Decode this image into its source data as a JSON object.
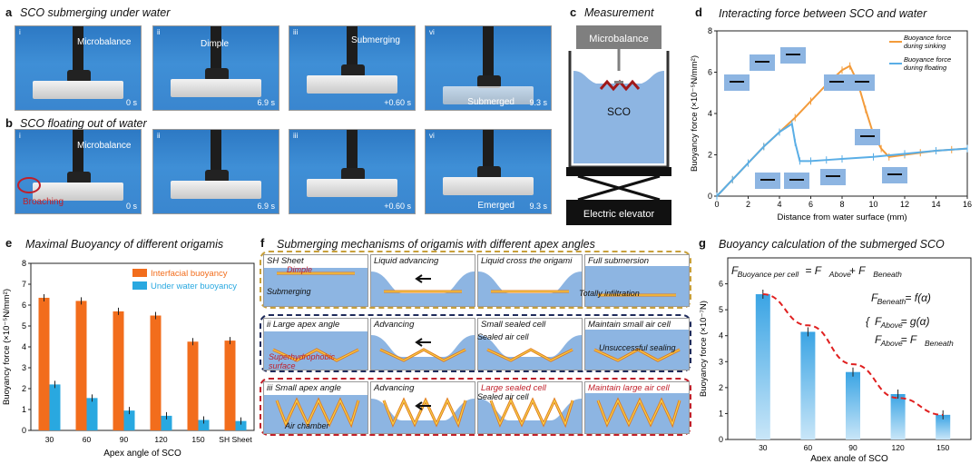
{
  "panels": {
    "a": {
      "label": "a",
      "title": "SCO submerging under water"
    },
    "b": {
      "label": "b",
      "title": "SCO floating out of water"
    },
    "c": {
      "label": "c",
      "title": "Measurement"
    },
    "d": {
      "label": "d",
      "title": "Interacting force between SCO and water"
    },
    "e": {
      "label": "e",
      "title": "Maximal Buoyancy of different origamis"
    },
    "f": {
      "label": "f",
      "title": "Submerging mechanisms of origamis with different apex angles"
    },
    "g": {
      "label": "g",
      "title": "Buoyancy calculation of the submerged SCO"
    }
  },
  "photos_a": [
    {
      "idx": "i",
      "time": "0 s",
      "note": "Microbalance"
    },
    {
      "idx": "ii",
      "time": "6.9 s",
      "note": "Dimple"
    },
    {
      "idx": "iii",
      "time": "+0.60 s",
      "note": "Submerging"
    },
    {
      "idx": "vi",
      "time": "9.3 s",
      "note": "Submerged"
    }
  ],
  "photos_b": [
    {
      "idx": "i",
      "time": "0 s",
      "note": "Microbalance",
      "note2": "Broaching"
    },
    {
      "idx": "ii",
      "time": "6.9 s"
    },
    {
      "idx": "iii",
      "time": "+0.60 s"
    },
    {
      "idx": "vi",
      "time": "9.3 s",
      "note": "Emerged"
    }
  ],
  "measurement": {
    "top": "Microbalance",
    "sample": "SCO",
    "bottom": "Electric elevator"
  },
  "colors": {
    "orange": "#f39b3a",
    "blue": "#5aaee6",
    "bar_orange": "#f26d1c",
    "bar_blue": "#29a8e0",
    "water": "#8db5e2",
    "red_dash": "#e02020"
  },
  "chart_data": [
    {
      "id": "d",
      "type": "line",
      "title": "Interacting force between SCO and water",
      "xlabel": "Distance from water surface (mm)",
      "ylabel": "Buoyancy force (×10⁻⁵N/mm²)",
      "xlim": [
        0,
        16
      ],
      "ylim": [
        0,
        8
      ],
      "xticks": [
        "0",
        "2",
        "4",
        "6",
        "8",
        "10",
        "12",
        "14",
        "16"
      ],
      "yticks": [
        "0",
        "2",
        "4",
        "6",
        "8"
      ],
      "series": [
        {
          "name": "Buoyance force during sinking",
          "x": [
            0,
            1,
            2,
            3,
            4,
            5,
            6,
            7,
            8,
            8.5,
            9,
            9.5,
            10,
            10.5,
            11,
            12,
            13,
            14,
            15,
            16
          ],
          "y": [
            0,
            0.8,
            1.6,
            2.4,
            3.1,
            3.8,
            4.6,
            5.4,
            6.1,
            6.3,
            5.5,
            4.2,
            3.0,
            2.3,
            1.9,
            2.0,
            2.1,
            2.2,
            2.25,
            2.3
          ]
        },
        {
          "name": "Buoyance force during floating",
          "x": [
            0,
            1,
            2,
            3,
            4,
            4.8,
            5,
            5.3,
            6,
            7,
            8,
            10,
            12,
            14,
            16
          ],
          "y": [
            0,
            0.8,
            1.6,
            2.4,
            3.1,
            3.5,
            2.6,
            1.7,
            1.7,
            1.75,
            1.8,
            1.9,
            2.05,
            2.2,
            2.3
          ]
        }
      ],
      "legend": "top-right"
    },
    {
      "id": "e",
      "type": "bar",
      "title": "Maximal Buoyancy of different origamis",
      "xlabel": "Apex angle of SCO",
      "ylabel": "Buoyancy force (×10⁻⁵N/mm²)",
      "categories": [
        "30",
        "60",
        "90",
        "120",
        "150",
        "SH Sheet"
      ],
      "ylim": [
        0,
        8
      ],
      "yticks": [
        "0",
        "1",
        "2",
        "3",
        "4",
        "5",
        "6",
        "7",
        "8"
      ],
      "series": [
        {
          "name": "Interfacial buoyancy",
          "values": [
            6.35,
            6.2,
            5.7,
            5.5,
            4.25,
            4.3
          ]
        },
        {
          "name": "Under water buoyancy",
          "values": [
            2.2,
            1.55,
            0.95,
            0.7,
            0.5,
            0.45
          ]
        }
      ],
      "legend": "top-right"
    },
    {
      "id": "g",
      "type": "bar",
      "title": "Buoyancy calculation of the submerged SCO",
      "xlabel": "Apex angle of SCO",
      "ylabel": "Buoyancy force (×10⁻⁷N)",
      "categories": [
        "30",
        "60",
        "90",
        "120",
        "150"
      ],
      "ylim": [
        0,
        7
      ],
      "yticks": [
        "0",
        "1",
        "2",
        "3",
        "4",
        "5",
        "6"
      ],
      "values": [
        5.6,
        4.15,
        2.6,
        1.75,
        0.95
      ],
      "fit": [
        5.6,
        4.4,
        2.9,
        1.6,
        0.95
      ]
    }
  ],
  "equations": {
    "line1_lhs": "F",
    "line1_sub": "Buoyance per cell",
    "line1_rhs": "= F",
    "line1_sub2": "Above",
    "line1_plus": "+ F",
    "line1_sub3": "Beneath",
    "beneath": "F",
    "beneath_sub": "Beneath",
    "beneath_rhs": "= f(α)",
    "above1_sub": "Above",
    "above1_rhs": "= g(α)",
    "above2_rhs": "= F",
    "above2_sub": "Beneath"
  },
  "mechanisms": {
    "rows": [
      {
        "cells": [
          "SH Sheet",
          "Liquid advancing",
          "Liquid cross the origami",
          "Full submersion"
        ],
        "subs": [
          "Dimple",
          "Submerging",
          "Totally infiltration"
        ]
      },
      {
        "cells": [
          "ii Large apex angle",
          "Advancing",
          "Small sealed cell",
          "Maintain small air cell"
        ],
        "subs": [
          "Superhydrophobic surface",
          "Sealed air cell",
          "Unsuccessful sealing"
        ]
      },
      {
        "cells": [
          "iii Small apex angle",
          "Advancing",
          "Large sealed cell",
          "Maintain large air cell"
        ],
        "subs": [
          "Air chamber",
          "Sealed air cell"
        ]
      }
    ]
  }
}
